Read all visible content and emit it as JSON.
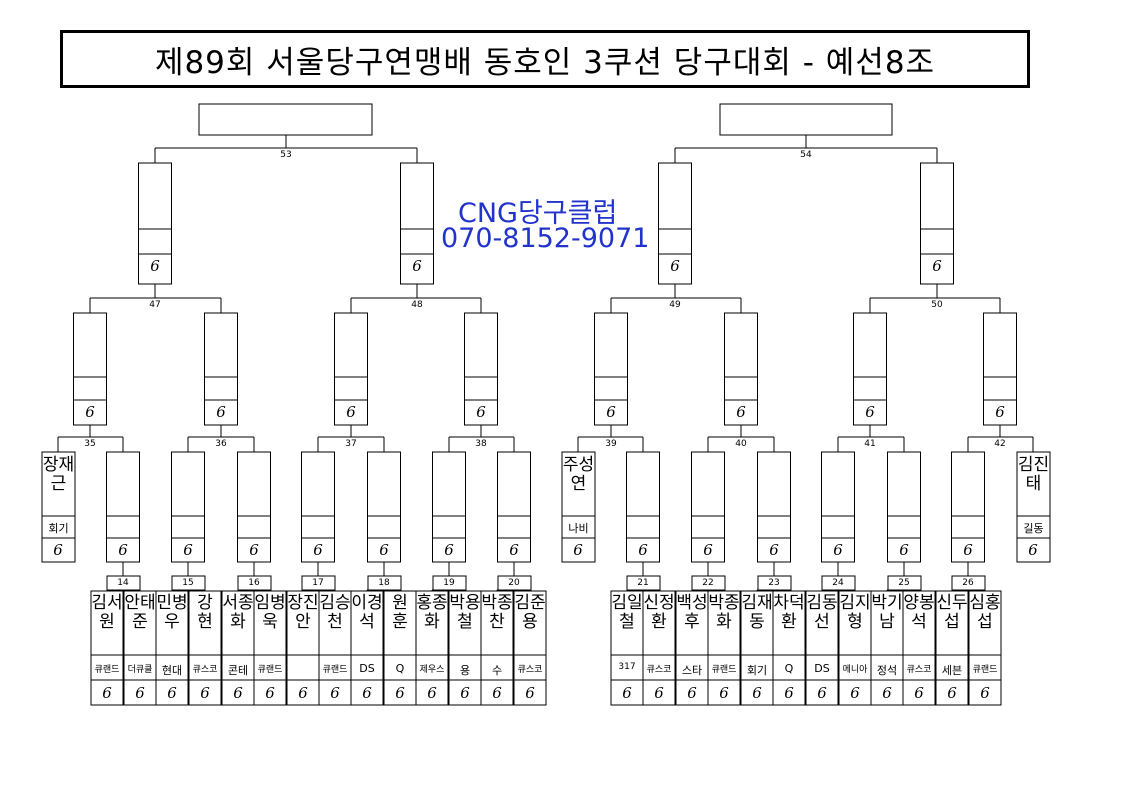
{
  "title": "제89회 서울당구연맹배 동호인 3쿠션 당구대회 - 예선8조",
  "sponsor": {
    "name": "CNG당구클럽",
    "phone": "070-8152-9071"
  },
  "score_glyph": "6",
  "match_numbers": {
    "r1": [
      "14",
      "15",
      "16",
      "17",
      "18",
      "19",
      "20",
      "21",
      "22",
      "23",
      "24",
      "25",
      "26"
    ],
    "r2": [
      "35",
      "36",
      "37",
      "38",
      "39",
      "40",
      "41",
      "42"
    ],
    "r3": [
      "47",
      "48",
      "49",
      "50"
    ],
    "r4": [
      "53",
      "54"
    ]
  },
  "seeded_players": [
    {
      "name": "장재근",
      "club": "회기"
    },
    {
      "name": "주성연",
      "club": "나비"
    },
    {
      "name": "김진태",
      "club": "길동"
    }
  ],
  "players_left": [
    {
      "name": "김서원",
      "club": "큐랜드"
    },
    {
      "name": "안태준",
      "club": "더큐클"
    },
    {
      "name": "민병우",
      "club": "현대"
    },
    {
      "name": "강 현",
      "club": "큐스코"
    },
    {
      "name": "서종화",
      "club": "콘테"
    },
    {
      "name": "임병욱",
      "club": "큐랜드"
    },
    {
      "name": "장진안",
      "club": ""
    },
    {
      "name": "김승천",
      "club": "큐랜드"
    },
    {
      "name": "이경석",
      "club": "DS"
    },
    {
      "name": "원 훈",
      "club": "Q"
    },
    {
      "name": "홍종화",
      "club": "제우스"
    },
    {
      "name": "박용철",
      "club": "용"
    },
    {
      "name": "박종찬",
      "club": "수"
    },
    {
      "name": "김준용",
      "club": "큐스코"
    }
  ],
  "players_right": [
    {
      "name": "김일철",
      "club": "317"
    },
    {
      "name": "신정환",
      "club": "큐스코"
    },
    {
      "name": "백성후",
      "club": "스타"
    },
    {
      "name": "박종화",
      "club": "큐랜드"
    },
    {
      "name": "김재동",
      "club": "회기"
    },
    {
      "name": "차덕환",
      "club": "Q"
    },
    {
      "name": "김동선",
      "club": "DS"
    },
    {
      "name": "김지형",
      "club": "메니아"
    },
    {
      "name": "박기남",
      "club": "정석"
    },
    {
      "name": "양봉석",
      "club": "큐스코"
    },
    {
      "name": "신두섭",
      "club": "세븐"
    },
    {
      "name": "심홍섭",
      "club": "큐랜드"
    }
  ]
}
